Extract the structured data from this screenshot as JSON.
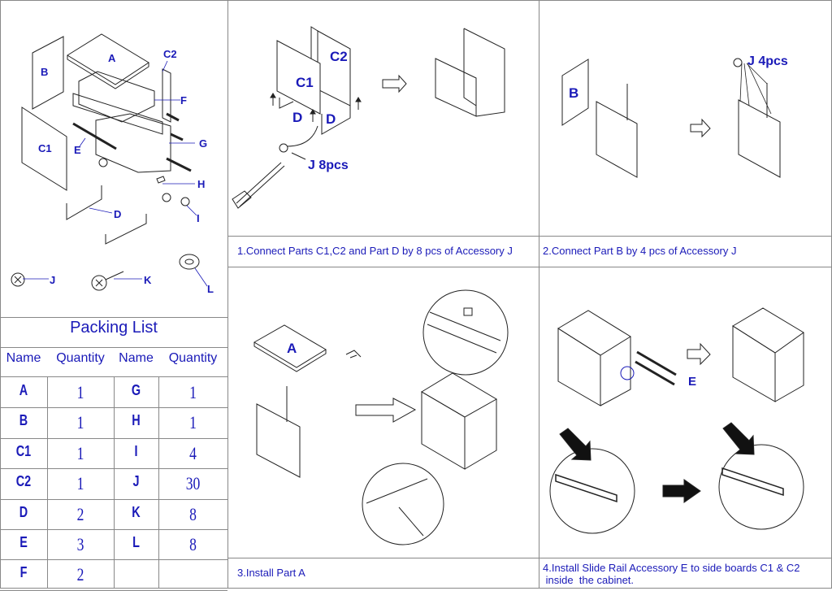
{
  "parts_diagram": {
    "labels": [
      "A",
      "B",
      "C1",
      "C2",
      "D",
      "E",
      "F",
      "G",
      "H",
      "I",
      "J",
      "K",
      "L"
    ]
  },
  "packing_list": {
    "title": "Packing List",
    "headers": [
      "Name",
      "Quantity",
      "Name",
      "Quantity"
    ],
    "rows": [
      {
        "name1": "A",
        "qty1": "1",
        "name2": "G",
        "qty2": "1"
      },
      {
        "name1": "B",
        "qty1": "1",
        "name2": "H",
        "qty2": "1"
      },
      {
        "name1": "C1",
        "qty1": "1",
        "name2": "I",
        "qty2": "4"
      },
      {
        "name1": "C2",
        "qty1": "1",
        "name2": "J",
        "qty2": "30"
      },
      {
        "name1": "D",
        "qty1": "2",
        "name2": "K",
        "qty2": "8"
      },
      {
        "name1": "E",
        "qty1": "3",
        "name2": "L",
        "qty2": "8"
      },
      {
        "name1": "F",
        "qty1": "2",
        "name2": "",
        "qty2": ""
      }
    ]
  },
  "steps": [
    {
      "caption": "1.Connect Parts C1,C2 and Part D by 8 pcs of Accessory J",
      "labels": {
        "c1": "C1",
        "c2": "C2",
        "d1": "D",
        "d2": "D",
        "screw": "J  8pcs"
      }
    },
    {
      "caption": "2.Connect Part B by 4 pcs of Accessory J",
      "labels": {
        "b": "B",
        "screw": "J  4pcs"
      }
    },
    {
      "caption": "3.Install Part A",
      "labels": {
        "a": "A"
      }
    },
    {
      "caption_line1": "4.Install Slide Rail Accessory E to side boards C1 & C2",
      "caption_line2": " inside  the cabinet.",
      "labels": {
        "e": "E"
      }
    }
  ],
  "colors": {
    "label": "#1a1ab8",
    "line": "#888888",
    "drawing": "#222222"
  }
}
